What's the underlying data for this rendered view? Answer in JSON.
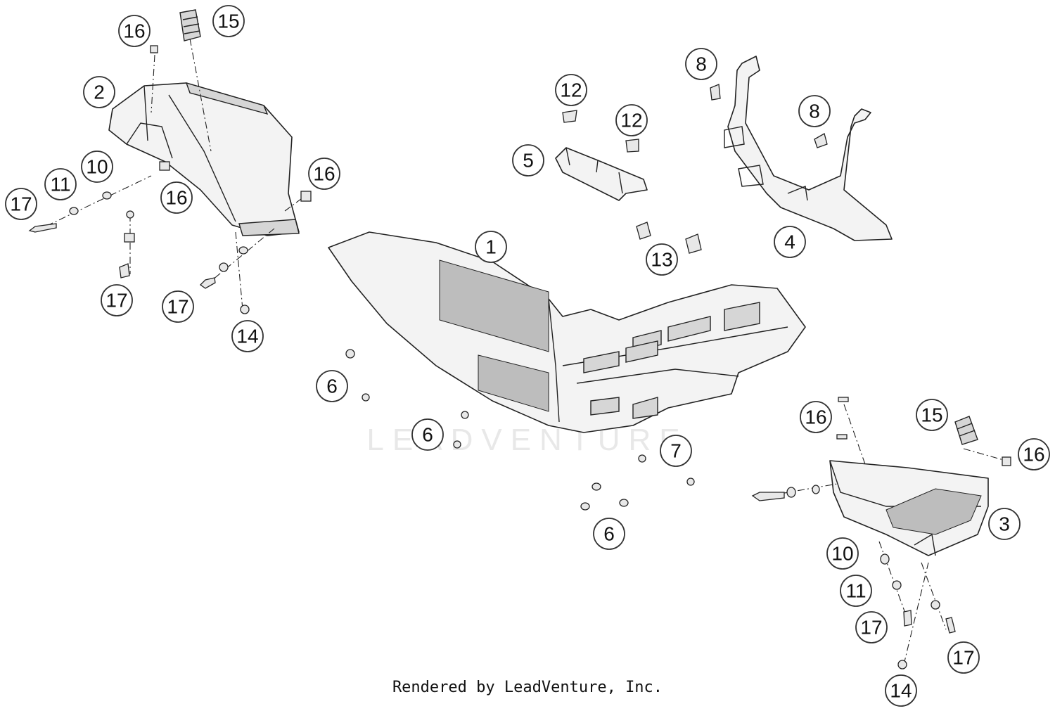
{
  "watermark": "LEADVENTURE",
  "credit": "Rendered by LeadVenture, Inc.",
  "callouts": [
    "16",
    "15",
    "2",
    "10",
    "11",
    "17",
    "16",
    "16",
    "17",
    "17",
    "14",
    "12",
    "12",
    "5",
    "8",
    "8",
    "4",
    "13",
    "1",
    "6",
    "6",
    "7",
    "6",
    "16",
    "15",
    "16",
    "3",
    "10",
    "11",
    "17",
    "17",
    "14"
  ]
}
